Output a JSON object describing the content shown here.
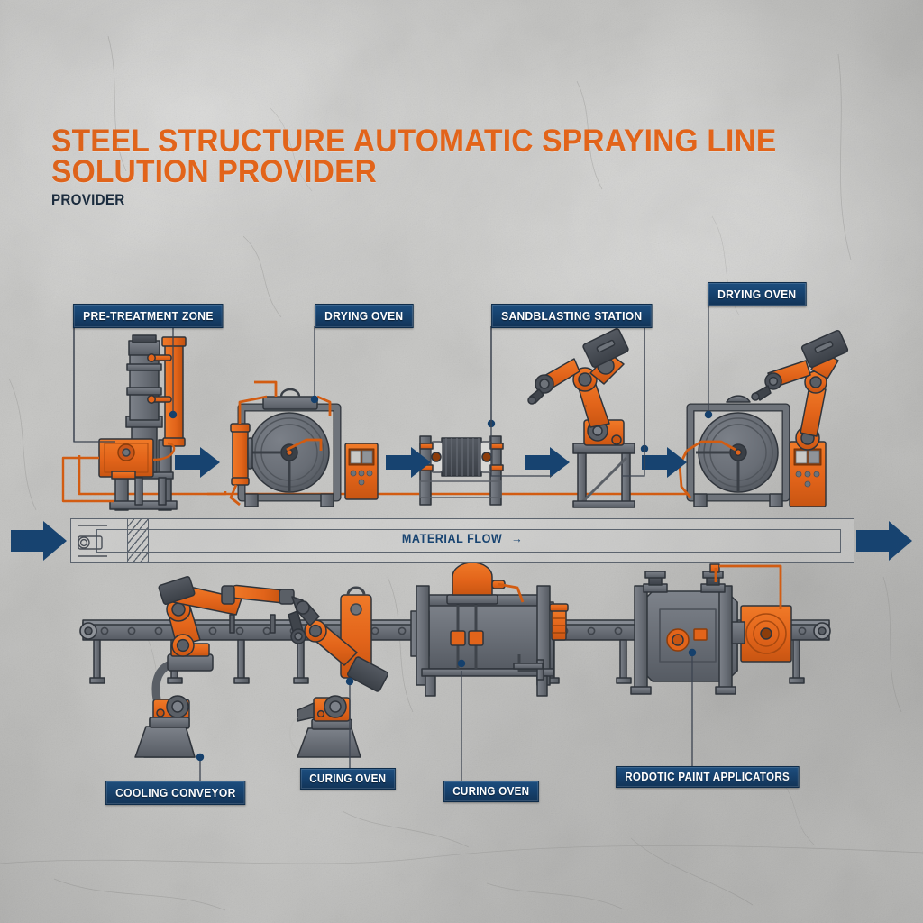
{
  "header": {
    "title": "STEEL STRUCTURE AUTOMATIC SPRAYING LINE SOLUTION PROVIDER",
    "subtitle": "PROVIDER",
    "title_color": "#e2641a",
    "subtitle_color": "#1b2c3e"
  },
  "theme": {
    "background": "#c9c9c7",
    "navy": "#174370",
    "orange": "#e2641a",
    "machine_gray": "#6e737a",
    "dark_gray": "#4a4f57"
  },
  "top_row": {
    "labels": [
      {
        "id": "pre-treatment-zone",
        "text": "PRE-TREATMENT ZONE"
      },
      {
        "id": "drying-oven-1",
        "text": "DRYING OVEN"
      },
      {
        "id": "sandblasting-station",
        "text": "SANDBLASTING STATION"
      },
      {
        "id": "drying-oven-2",
        "text": "DRYING OVEN"
      }
    ]
  },
  "flow_band": {
    "text": "MATERIAL FLOW",
    "arrow_glyph": "→",
    "direction": "left-to-right"
  },
  "bottom_row": {
    "labels": [
      {
        "id": "cooling-conveyor",
        "text": "COOLING CONVEYOR"
      },
      {
        "id": "curing-oven-1",
        "text": "CURING OVEN"
      },
      {
        "id": "curing-oven-2",
        "text": "CURING OVEN"
      },
      {
        "id": "robotic-paint-applicators",
        "text": "RODOTIC PAINT APPLICATORS"
      }
    ]
  },
  "machines": {
    "pretreatment_tower": "pre-treatment-tower",
    "drying_oven_drum": "drying-oven-drum",
    "control_panel": "control-panel",
    "roller_unit": "roller-conveyor-unit",
    "robot_arm": "industrial-robot-arm",
    "curing_oven_chamber": "curing-oven-chamber",
    "paint_applicator_unit": "paint-applicator-unit",
    "cooling_conveyor_track": "cooling-conveyor-track"
  }
}
